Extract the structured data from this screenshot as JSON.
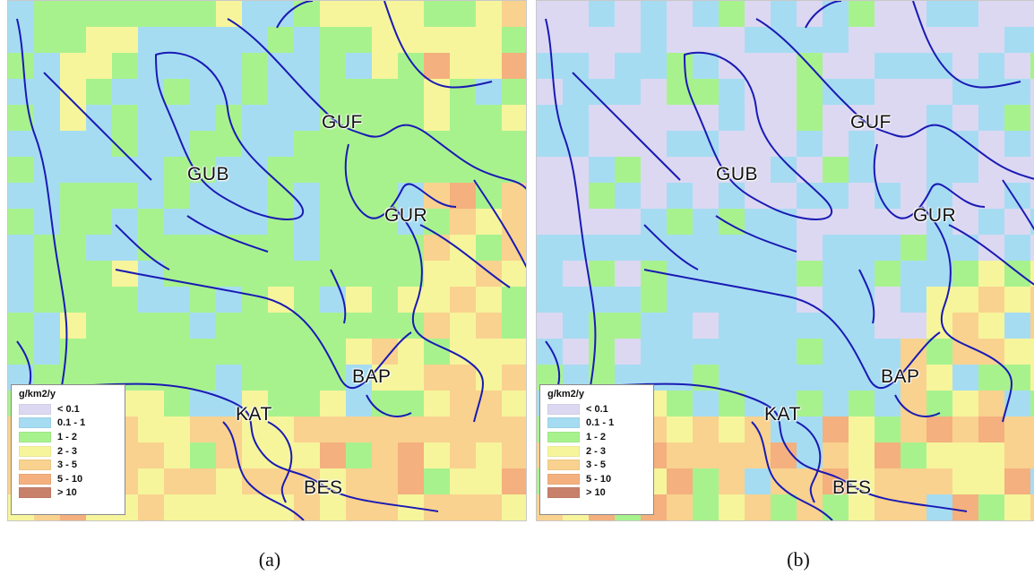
{
  "panels": [
    {
      "id": "a",
      "caption": "(a)",
      "legend": {
        "title": "g/km2/y",
        "items": [
          {
            "label": "< 0.1",
            "color": "#dcd8f2"
          },
          {
            "label": "0.1 - 1",
            "color": "#a6dcf2"
          },
          {
            "label": "1 - 2",
            "color": "#a8f28e"
          },
          {
            "label": "2 - 3",
            "color": "#f6f59c"
          },
          {
            "label": "3 - 5",
            "color": "#f9d28f"
          },
          {
            "label": "5 - 10",
            "color": "#f4b07e"
          },
          {
            "label": "> 10",
            "color": "#c8806a"
          }
        ]
      },
      "regions": [
        {
          "code": "GUB"
        },
        {
          "code": "GUF"
        },
        {
          "code": "GUR"
        },
        {
          "code": "BAP"
        },
        {
          "code": "KAT"
        },
        {
          "code": "BES"
        }
      ]
    },
    {
      "id": "b",
      "caption": "(b)",
      "legend": {
        "title": "g/km2/y",
        "items": [
          {
            "label": "< 0.1",
            "color": "#dcd8f2"
          },
          {
            "label": "0.1 - 1",
            "color": "#a6dcf2"
          },
          {
            "label": "1 - 2",
            "color": "#a8f28e"
          },
          {
            "label": "2 - 3",
            "color": "#f6f59c"
          },
          {
            "label": "3 - 5",
            "color": "#f9d28f"
          },
          {
            "label": "5 - 10",
            "color": "#f4b07e"
          },
          {
            "label": "> 10",
            "color": "#c8806a"
          }
        ]
      },
      "regions": [
        {
          "code": "GUB"
        },
        {
          "code": "GUF"
        },
        {
          "code": "GUR"
        },
        {
          "code": "BAP"
        },
        {
          "code": "KAT"
        },
        {
          "code": "BES"
        }
      ]
    }
  ],
  "coastline_color": "#1a1ab4"
}
